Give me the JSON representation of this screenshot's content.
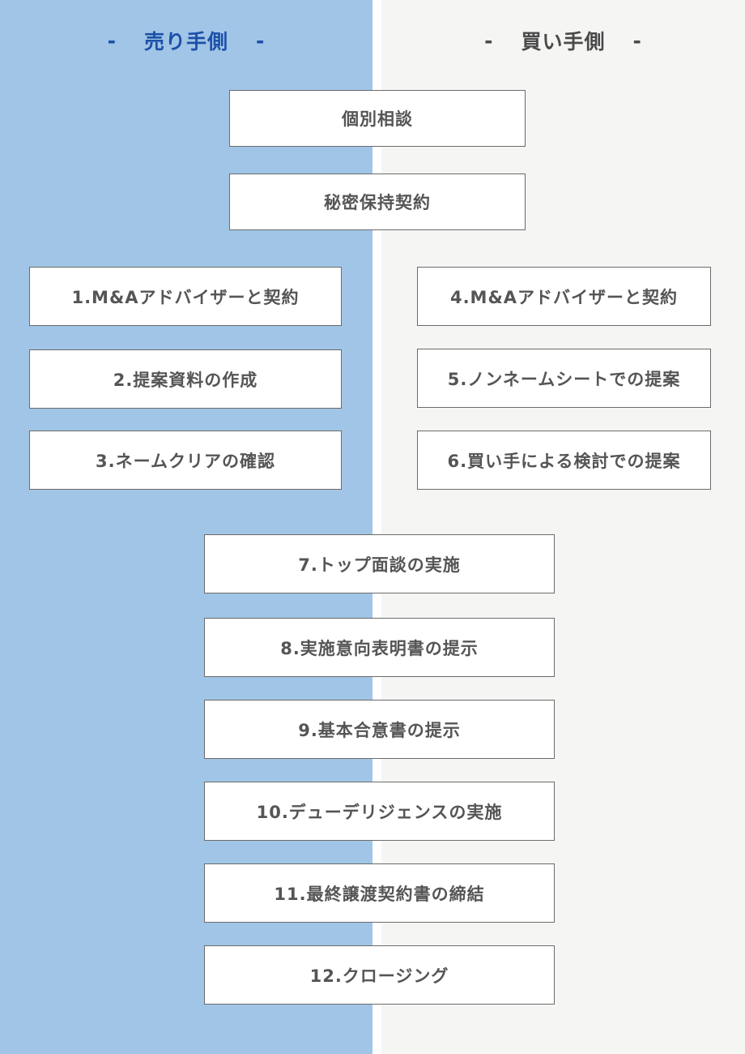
{
  "columns": {
    "seller": {
      "title": "売り手側",
      "dash": "-",
      "bg_color": "#a1c5e6",
      "title_color": "#1c50a9"
    },
    "buyer": {
      "title": "買い手側",
      "dash": "-",
      "bg_color": "#f5f5f3",
      "title_color": "#4a4a4a"
    }
  },
  "shared_steps": [
    {
      "label": "個別相談"
    },
    {
      "label": "秘密保持契約"
    }
  ],
  "seller_steps": [
    {
      "label": "1.M&Aアドバイザーと契約"
    },
    {
      "label": "2.提案資料の作成"
    },
    {
      "label": "3.ネームクリアの確認"
    }
  ],
  "buyer_steps": [
    {
      "label": "4.M&Aアドバイザーと契約"
    },
    {
      "label": "5.ノンネームシートでの提案"
    },
    {
      "label": "6.買い手による検討での提案"
    }
  ],
  "joint_steps": [
    {
      "label": "7.トップ面談の実施"
    },
    {
      "label": "8.実施意向表明書の提示"
    },
    {
      "label": "9.基本合意書の提示"
    },
    {
      "label": "10.デューデリジェンスの実施"
    },
    {
      "label": "11.最終譲渡契約書の締結"
    },
    {
      "label": "12.クロージング"
    }
  ],
  "colors": {
    "box_border": "#6b6b6b",
    "box_text": "#555555",
    "box_bg": "#ffffff"
  }
}
